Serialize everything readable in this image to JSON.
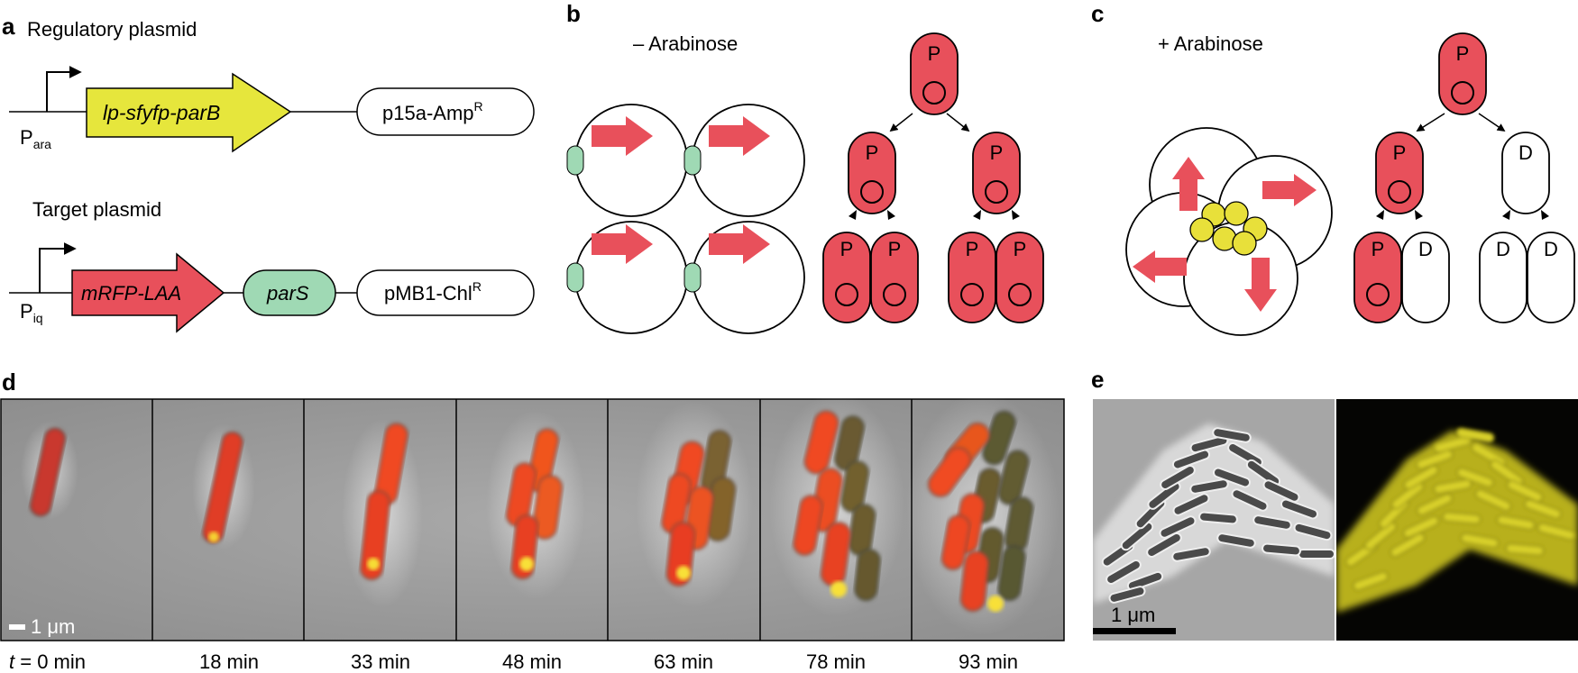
{
  "panels": {
    "a": {
      "letter": "a",
      "regulatory_title": "Regulatory plasmid",
      "regulatory_promoter": "P",
      "regulatory_promoter_sub": "ara",
      "regulatory_gene": "lp-sfyfp-parB",
      "regulatory_backbone": "p15a-Amp",
      "regulatory_backbone_sup": "R",
      "target_title": "Target plasmid",
      "target_promoter": "P",
      "target_promoter_sub": "iq",
      "target_gene": "mRFP-LAA",
      "target_site": "parS",
      "target_backbone": "pMB1-Chl",
      "target_backbone_sup": "R"
    },
    "b": {
      "letter": "b",
      "condition": "– Arabinose",
      "cell_labels": [
        "P",
        "P",
        "P",
        "P",
        "P",
        "P",
        "P"
      ]
    },
    "c": {
      "letter": "c",
      "condition": "+ Arabinose",
      "cell_labels": [
        "P",
        "P",
        "D",
        "P",
        "D",
        "D",
        "D"
      ]
    },
    "d": {
      "letter": "d",
      "scale_bar": "1 μm",
      "t_italic": "t",
      "time_labels": [
        " = 0 min",
        "18 min",
        "33 min",
        "48 min",
        "63 min",
        "78 min",
        "93 min"
      ]
    },
    "e": {
      "letter": "e",
      "scale_bar": "1 μm"
    }
  },
  "colors": {
    "red": "#e8505b",
    "yellow": "#e6e63c",
    "green": "#9fd9b4",
    "yellow_dot": "#e8e03a"
  }
}
